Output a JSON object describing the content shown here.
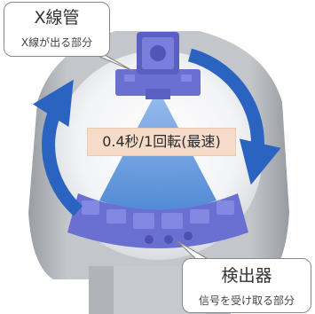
{
  "labels": {
    "xray_tube_title": "X線管",
    "xray_tube_desc": "X線が出る部分",
    "detector_title": "検出器",
    "detector_desc": "信号を受け取る部分",
    "rotation_speed": "0.4秒/1回転(最速)"
  },
  "colors": {
    "gantry": "#b9bcc0",
    "gantry_shadow": "#8f9398",
    "bore": "#ffffff",
    "beam": "#6f9fdc",
    "component": "#6a6fd2",
    "arrow": "#2a64c0",
    "speed_label_bg": "#f6dcc8"
  }
}
